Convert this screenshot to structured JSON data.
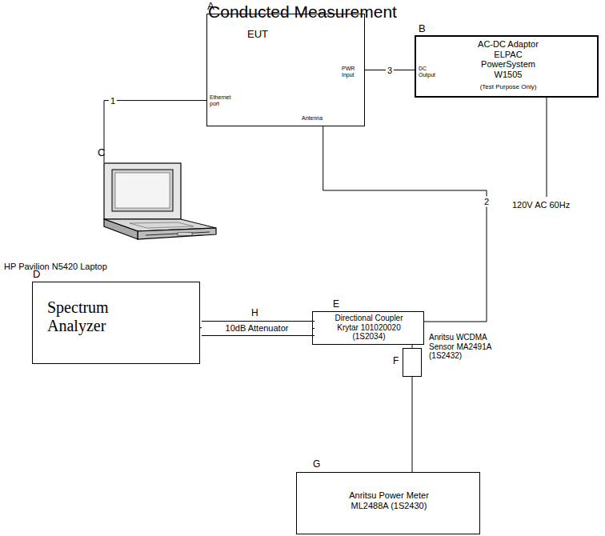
{
  "diagram": {
    "title": "Conducted Measurement",
    "nodes": [
      {
        "text": [
          "A",
          "EUT",
          "Ethernet port",
          "PWR Input",
          "Antenna"
        ]
      },
      {
        "text": [
          "B",
          "AC-DC Adaptor ELPAC PowerSystem W1505",
          "(Test Purpose Only)",
          "DC Output"
        ]
      },
      {
        "text": [
          "C",
          "HP Pavilion N5420 Laptop"
        ]
      },
      {
        "text": [
          "D",
          "Spectrum Analyzer"
        ]
      },
      {
        "text": [
          "H",
          "10dB Attenuator"
        ]
      },
      {
        "text": [
          "E",
          "Directional Coupler Krytar 101020020 (1S2034)"
        ]
      },
      {
        "text": [
          "F",
          "Anritsu WCDMA Sensor MA2491A (1S2432)"
        ]
      },
      {
        "text": [
          "G",
          "Anritsu Power Meter ML2488A (1S2430)"
        ]
      }
    ],
    "edges": [
      {
        "from": 0,
        "to": 2,
        "arrow": "none",
        "label": "1"
      },
      {
        "from": 0,
        "to": 1,
        "arrow": "none",
        "label": "3"
      },
      {
        "from": 0,
        "to": 5,
        "arrow": "none",
        "label": "2"
      },
      {
        "from": 3,
        "to": 4,
        "arrow": "none"
      },
      {
        "from": 4,
        "to": 5,
        "arrow": "none"
      },
      {
        "from": 5,
        "to": 6,
        "arrow": "none"
      },
      {
        "from": 6,
        "to": 7,
        "arrow": "none"
      }
    ],
    "labels": [
      "120V AC 60Hz"
    ]
  }
}
